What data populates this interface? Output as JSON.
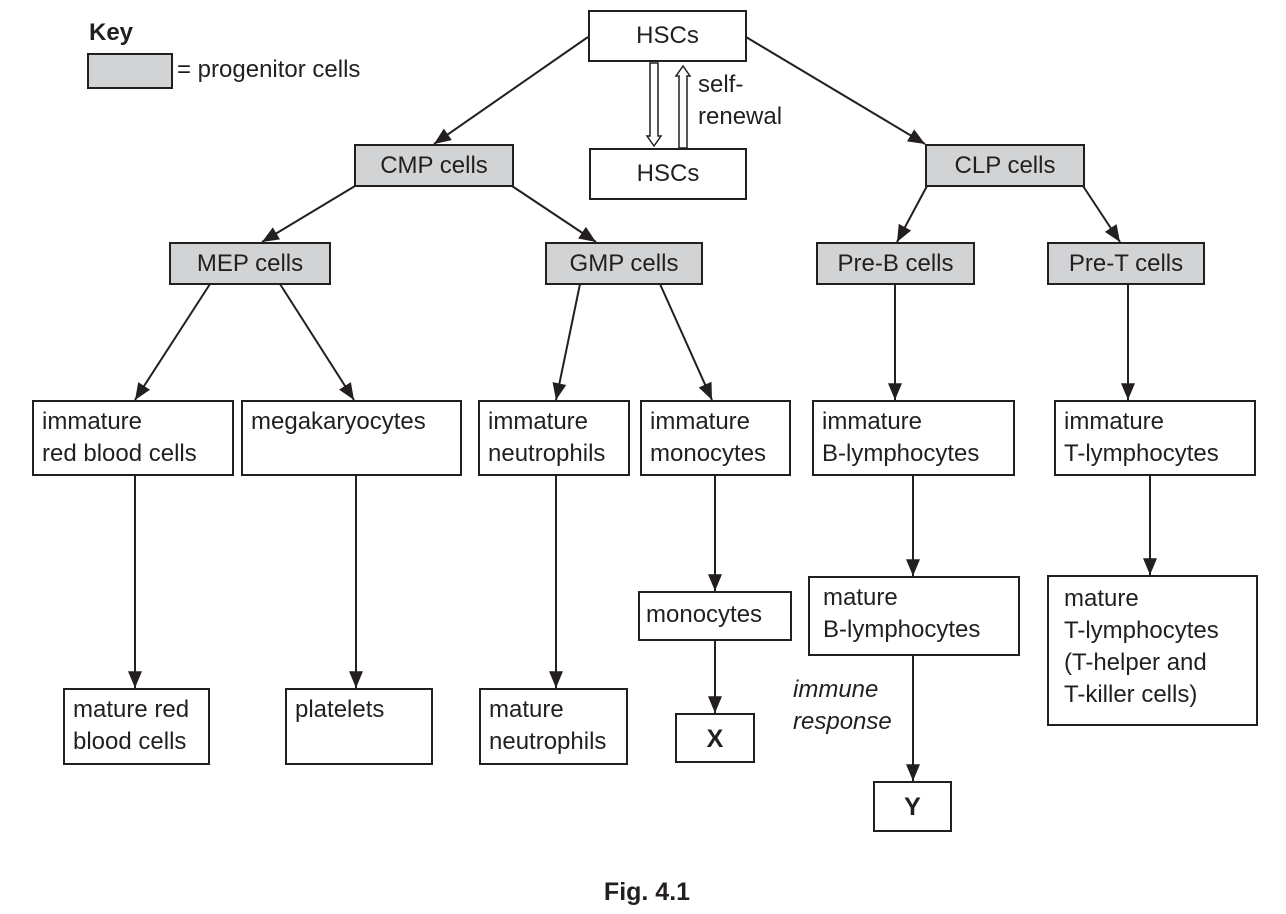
{
  "key": {
    "title": "Key",
    "swatch_color": "#d1d3d4",
    "text": "= progenitor cells"
  },
  "nodes": {
    "hsc_top": "HSCs",
    "hsc_bottom": "HSCs",
    "cmp": "CMP cells",
    "clp": "CLP cells",
    "mep": "MEP cells",
    "gmp": "GMP cells",
    "preb": "Pre-B cells",
    "pret": "Pre-T cells",
    "imm_rbc": "immature\nred blood cells",
    "megakaryocytes": "megakaryocytes",
    "imm_neut": "immature\nneutrophils",
    "imm_mono": "immature\nmonocytes",
    "imm_b": "immature\nB-lymphocytes",
    "imm_t": "immature\nT-lymphocytes",
    "mat_rbc": "mature red\nblood cells",
    "platelets": "platelets",
    "mat_neut": "mature\nneutrophils",
    "monocytes": "monocytes",
    "x": "X",
    "mat_b": "mature\nB-lymphocytes",
    "y": "Y",
    "mat_t": "mature\nT-lymphocytes\n(T-helper and\nT-killer cells)"
  },
  "labels": {
    "self_renewal": "self-\nrenewal",
    "immune_response": "immune\nresponse"
  },
  "caption": "Fig. 4.1",
  "colors": {
    "line": "#231f20",
    "progenitor_fill": "#d1d3d4"
  }
}
